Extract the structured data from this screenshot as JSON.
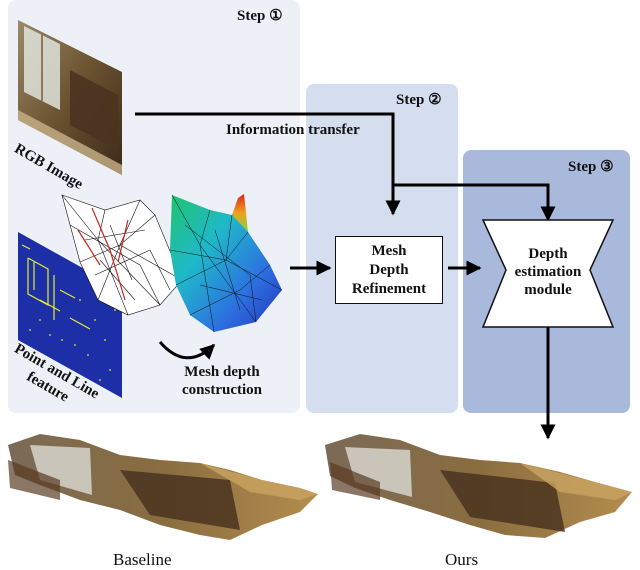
{
  "steps": {
    "step1": "Step ①",
    "step2": "Step ②",
    "step3": "Step ③"
  },
  "labels": {
    "rgb_image": "RGB Image",
    "point_line_feature_line1": "Point and Line",
    "point_line_feature_line2": "feature",
    "information_transfer": "Information transfer",
    "mesh_depth_construction_line1": "Mesh depth",
    "mesh_depth_construction_line2": "construction"
  },
  "boxes": {
    "mesh_refinement_line1": "Mesh",
    "mesh_refinement_line2": "Depth",
    "mesh_refinement_line3": "Refinement",
    "depth_estimation_line1": "Depth",
    "depth_estimation_line2": "estimation",
    "depth_estimation_line3": "module"
  },
  "captions": {
    "baseline": "Baseline",
    "ours": "Ours"
  },
  "colors": {
    "step1_bg": "#edf1f7",
    "step2_bg": "#d5deee",
    "step3_bg": "#a9b9dc",
    "feature_bg": "#1c2fa6",
    "feature_lines": "#e6ec2a"
  }
}
